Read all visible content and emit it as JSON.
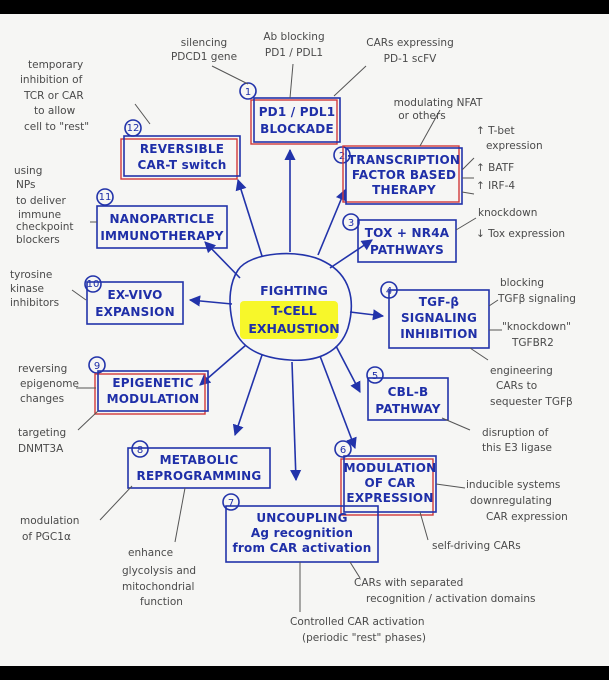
{
  "center": {
    "line1": "FIGHTING",
    "line2": "T-CELL",
    "line3": "EXHAUSTION",
    "highlight": "#f7f72a"
  },
  "colors": {
    "ink_blue": "#1f2fa8",
    "pencil": "#4a4a4a",
    "red_box": "#d23a3a",
    "paper": "#f6f6f4"
  },
  "strategies": [
    {
      "number": "1",
      "lines": [
        "PD1 / PDL1",
        "BLOCKADE"
      ]
    },
    {
      "number": "2",
      "lines": [
        "TRANSCRIPTION",
        "FACTOR BASED",
        "THERAPY"
      ]
    },
    {
      "number": "3",
      "lines": [
        "TOX + NR4A",
        "PATHWAYS"
      ]
    },
    {
      "number": "4",
      "lines": [
        "TGF-β",
        "SIGNALING",
        "INHIBITION"
      ]
    },
    {
      "number": "5",
      "lines": [
        "CBL-B",
        "PATHWAY"
      ]
    },
    {
      "number": "6",
      "lines": [
        "MODULATION",
        "OF CAR",
        "EXPRESSION"
      ]
    },
    {
      "number": "7",
      "lines": [
        "UNCOUPLING",
        "Ag recognition",
        "from CAR activation"
      ]
    },
    {
      "number": "8",
      "lines": [
        "METABOLIC",
        "REPROGRAMMING"
      ]
    },
    {
      "number": "9",
      "lines": [
        "EPIGENETIC",
        "MODULATION"
      ]
    },
    {
      "number": "10",
      "lines": [
        "EX-VIVO",
        "EXPANSION"
      ]
    },
    {
      "number": "11",
      "lines": [
        "NANOPARTICLE",
        "IMMUNOTHERAPY"
      ]
    },
    {
      "number": "12",
      "lines": [
        "REVERSIBLE",
        "CAR-T switch"
      ]
    }
  ],
  "notes": {
    "silencing": [
      "silencing",
      "PDCD1 gene"
    ],
    "ab_blocking": [
      "Ab blocking",
      "PD1 / PDL1"
    ],
    "cars_expressing": [
      "CARs expressing",
      "PD-1 scFV"
    ],
    "nfat": [
      "modulating NFAT",
      "or others"
    ],
    "tbet": [
      "↑ T-bet",
      "expression"
    ],
    "batf": "↑ BATF",
    "irf4": "↑ IRF-4",
    "knockdown": [
      "knockdown",
      "↓ Tox expression"
    ],
    "tgfb_block": [
      "blocking",
      "TGFβ signaling"
    ],
    "tgfbr2": [
      "\"knockdown\"",
      "TGFBR2"
    ],
    "sequester": [
      "engineering",
      "CARs to",
      "sequester TGFβ"
    ],
    "e3": [
      "disruption of",
      "this E3 ligase"
    ],
    "inducible": [
      "inducible systems",
      "downregulating",
      "CAR expression"
    ],
    "self_driving": "self-driving CARs",
    "separated": [
      "CARs with separated",
      "recognition / activation domains"
    ],
    "controlled": [
      "Controlled CAR activation",
      "(periodic \"rest\" phases)"
    ],
    "glycolysis": [
      "enhance",
      "glycolysis and",
      "mitochondrial",
      "function"
    ],
    "pgc": [
      "modulation",
      "of PGC1α"
    ],
    "dnmt": [
      "targeting",
      "DNMT3A"
    ],
    "epigenome": [
      "reversing",
      "epigenome",
      "changes"
    ],
    "tki": [
      "tyrosine",
      "kinase",
      "inhibitors"
    ],
    "nps": [
      "using",
      "NPs",
      "to deliver",
      "immune",
      "checkpoint",
      "blockers"
    ],
    "temporary": [
      "temporary",
      "inhibition of",
      "TCR or CAR",
      "to allow",
      "cell to \"rest\""
    ]
  }
}
